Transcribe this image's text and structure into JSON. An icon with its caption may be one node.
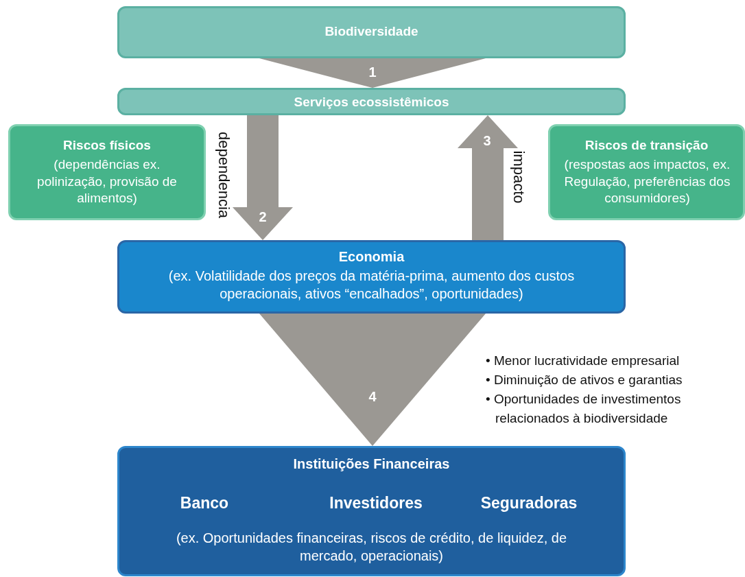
{
  "diagram": {
    "nodes": [
      {
        "text": [
          "Biodiversidade"
        ]
      },
      {
        "text": [
          "Serviços ecossistêmicos"
        ]
      },
      {
        "text": [
          "Riscos físicos",
          "(dependências ex. polinização, provisão de alimentos)"
        ]
      },
      {
        "text": [
          "Riscos de transição",
          "(respostas aos impactos, ex. Regulação, preferências dos consumidores)"
        ]
      },
      {
        "text": [
          "Economia",
          "(ex. Volatilidade dos preços da matéria-prima, aumento dos custos operacionais, ativos “encalhados”, oportunidades)"
        ]
      },
      {
        "text": [
          "Instituições Financeiras",
          "Banco",
          "Investidores",
          "Seguradoras",
          "(ex. Oportunidades financeiras, riscos de crédito, de liquidez, de mercado, operacionais)"
        ]
      }
    ],
    "edges": [
      {
        "from": 0,
        "to": 1,
        "arrow": "to"
      },
      {
        "from": 1,
        "to": 4,
        "arrow": "to",
        "label": "dependencia"
      },
      {
        "from": 4,
        "to": 1,
        "arrow": "to",
        "label": "impacto"
      },
      {
        "from": 4,
        "to": 5,
        "arrow": "to"
      }
    ],
    "labels": [
      "1",
      "2",
      "3",
      "4",
      "• Menor lucratividade empresarial",
      "• Diminuição de ativos e garantias",
      "• Oportunidades de investimentos relacionados à biodiversidade"
    ]
  }
}
